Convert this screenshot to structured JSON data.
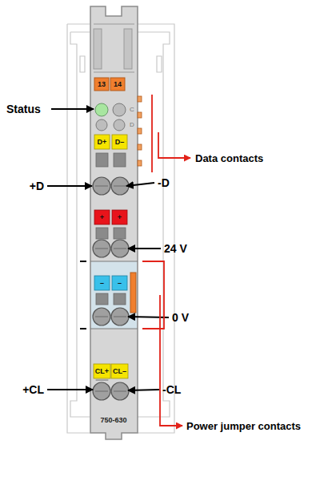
{
  "diagram": {
    "labels": [
      "13",
      "14",
      "Status",
      "C",
      "D",
      "D+",
      "D–",
      "Data contacts",
      "+D",
      "-D",
      "+",
      "+",
      "24 V",
      "–",
      "–",
      "0 V",
      "CL+",
      "CL–",
      "+CL",
      "-CL",
      "750-630",
      "Power jumper contacts"
    ]
  }
}
